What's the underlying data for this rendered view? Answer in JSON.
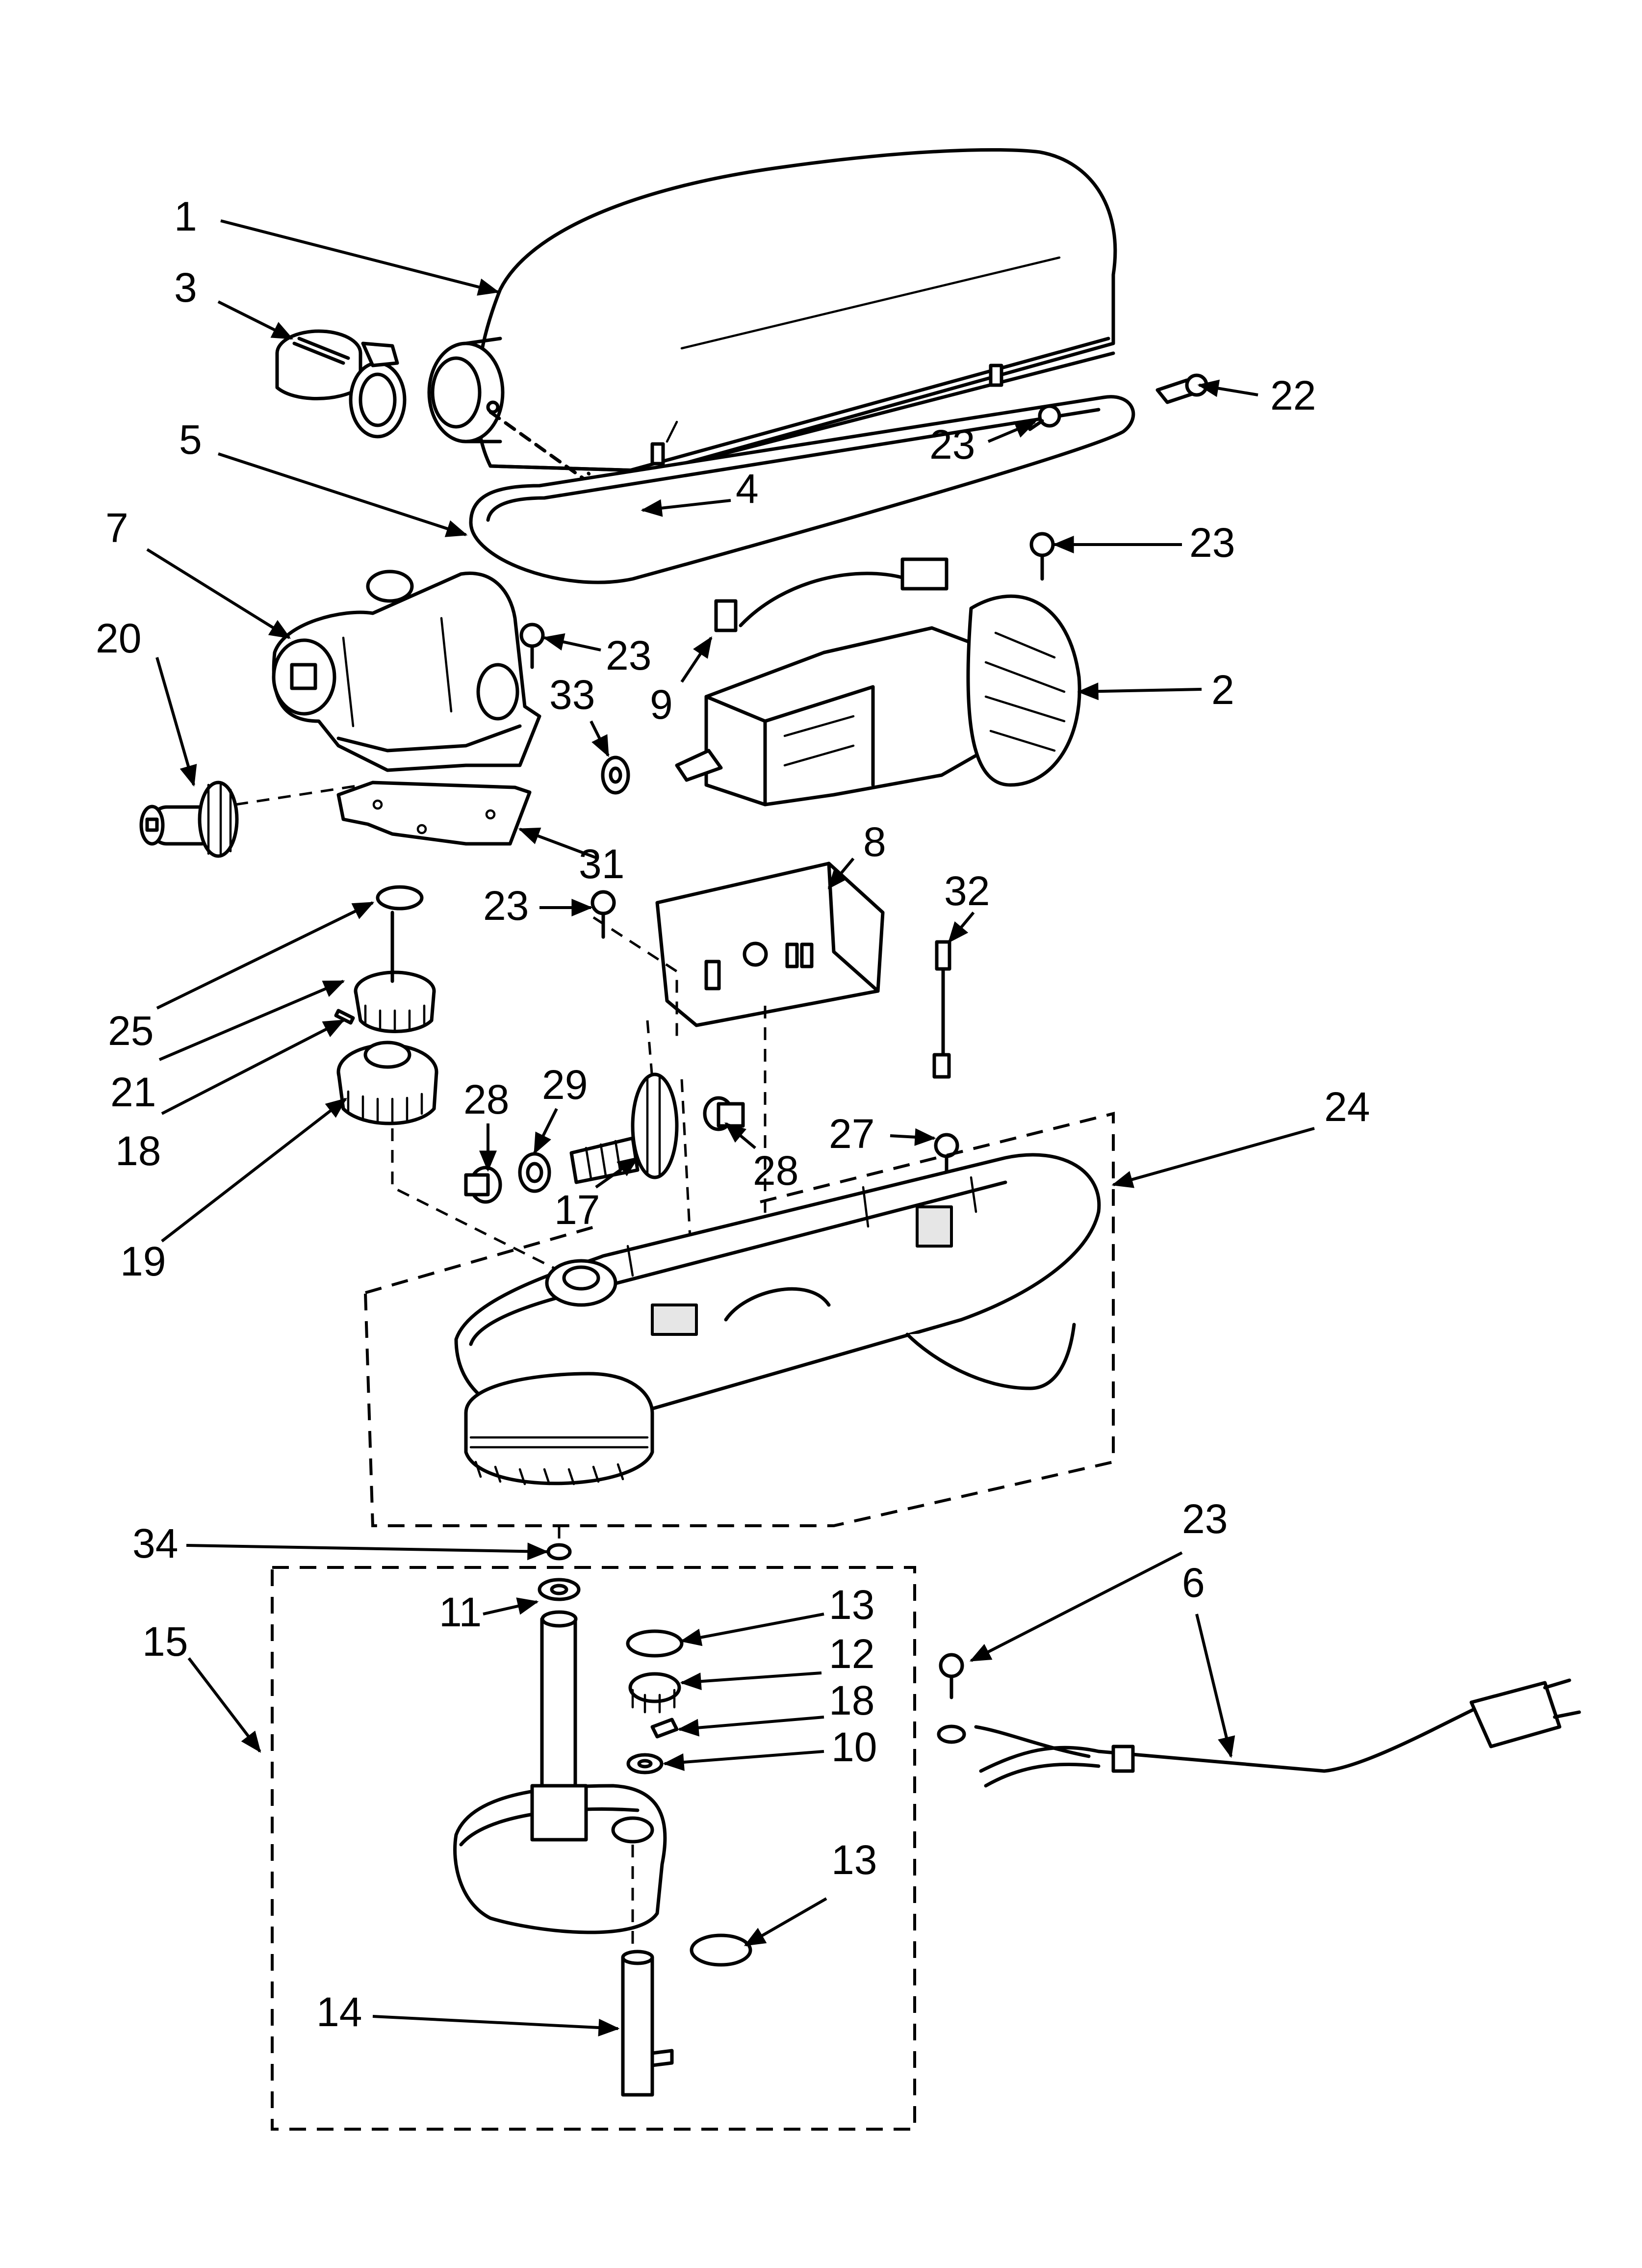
{
  "callouts": [
    {
      "id": "c1",
      "text": "1"
    },
    {
      "id": "c3",
      "text": "3"
    },
    {
      "id": "c5",
      "text": "5"
    },
    {
      "id": "c4",
      "text": "4"
    },
    {
      "id": "c22",
      "text": "22"
    },
    {
      "id": "c23a",
      "text": "23"
    },
    {
      "id": "c23b",
      "text": "23"
    },
    {
      "id": "c7",
      "text": "7"
    },
    {
      "id": "c23c",
      "text": "23"
    },
    {
      "id": "c20",
      "text": "20"
    },
    {
      "id": "c33",
      "text": "33"
    },
    {
      "id": "c9",
      "text": "9"
    },
    {
      "id": "c2",
      "text": "2"
    },
    {
      "id": "c31",
      "text": "31"
    },
    {
      "id": "c8",
      "text": "8"
    },
    {
      "id": "c23d",
      "text": "23"
    },
    {
      "id": "c32",
      "text": "32"
    },
    {
      "id": "c25",
      "text": "25"
    },
    {
      "id": "c21",
      "text": "21"
    },
    {
      "id": "c18a",
      "text": "18"
    },
    {
      "id": "c28a",
      "text": "28"
    },
    {
      "id": "c29",
      "text": "29"
    },
    {
      "id": "c24",
      "text": "24"
    },
    {
      "id": "c27",
      "text": "27"
    },
    {
      "id": "c28b",
      "text": "28"
    },
    {
      "id": "c17",
      "text": "17"
    },
    {
      "id": "c19",
      "text": "19"
    },
    {
      "id": "c34",
      "text": "34"
    },
    {
      "id": "c23e",
      "text": "23"
    },
    {
      "id": "c6",
      "text": "6"
    },
    {
      "id": "c11",
      "text": "11"
    },
    {
      "id": "c13a",
      "text": "13"
    },
    {
      "id": "c15",
      "text": "15"
    },
    {
      "id": "c12",
      "text": "12"
    },
    {
      "id": "c18b",
      "text": "18"
    },
    {
      "id": "c10",
      "text": "10"
    },
    {
      "id": "c13b",
      "text": "13"
    },
    {
      "id": "c14",
      "text": "14"
    }
  ]
}
